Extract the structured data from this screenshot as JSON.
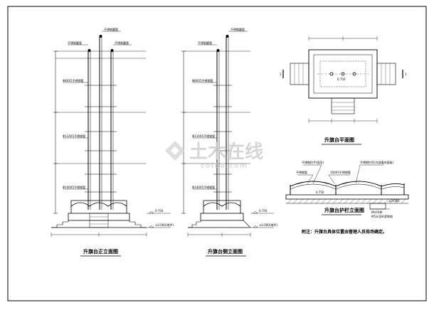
{
  "titles": {
    "front_elevation": "升旗台正立面图",
    "side_elevation": "升旗台侧立面图",
    "plan": "升旗台平面图",
    "guardrail": "升旗台护栏立面图"
  },
  "labels": {
    "front_top_pipe": "不锈钢圆管",
    "front_left_pipe": "不锈钢圆管",
    "front_right_pipe": "不锈钢圆管",
    "front_pole_upper": "Φ80X5不锈钢管",
    "front_pole_mid": "Φ114X5不锈钢管",
    "front_pole_low": "Φ140X5不锈钢管",
    "side_top_pipe": "不锈钢圆管",
    "side_left_pipe": "不锈钢圆管",
    "side_pole_upper": "Φ80X5不锈钢管",
    "side_pole_mid": "Φ114X5不锈钢管",
    "side_pole_low": "Φ140X5不锈钢管",
    "front_level_1": "0.750",
    "front_level_2": "±0.000(地坪)",
    "side_level_1": "0.750",
    "side_level_2": "±0.000(地坪)",
    "plan_level": "0.750",
    "plan_section_left": "1",
    "plan_section_right": "1",
    "guard_note_1": "不锈钢扶手(弧形)",
    "guard_note_2": "不锈钢栏杆(内部填充面板)",
    "guard_note_3": "不锈钢管",
    "guard_note_4": "100X5不锈钢管",
    "guard_level": "0.750",
    "guard_level_2": "±0.000",
    "guard_base_1": "MU10砖",
    "guard_base_2": "M5水泥砂浆砌筑"
  },
  "note": "附注：升旗台具体位置由管理人员现场确定。",
  "watermark": {
    "cn": "土木在线",
    "en": "coi88.com"
  }
}
